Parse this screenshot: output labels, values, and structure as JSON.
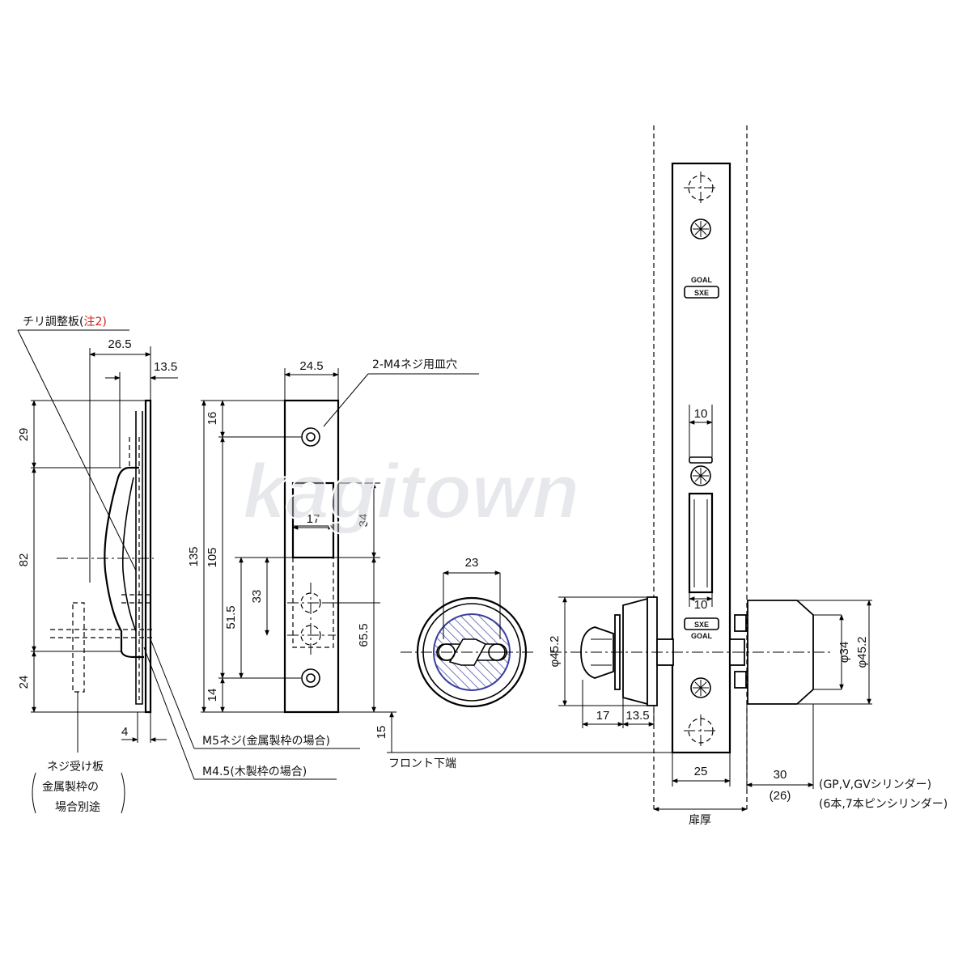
{
  "title": "",
  "watermark": "kagitown",
  "labels": {
    "chiri_plate": "チリ調整板(",
    "chiri_note": "注2",
    "chiri_close": ")",
    "hole_note": "2-M4ネジ用皿穴",
    "screw_m5": "M5ネジ(金属製枠の場合)",
    "screw_m45": "M4.5(木製枠の場合)",
    "front_bottom": "フロント下端",
    "door_thickness": "扉厚",
    "screw_plate_1": "ネジ受け板",
    "screw_plate_2": "金属製枠の",
    "screw_plate_3": "場合別途",
    "cyl_note_1": "(GP,V,GVシリンダー)",
    "cyl_note_2": "(6本,7本ピンシリンダー)",
    "stamp_top_1": "GOAL",
    "stamp_top_2": "SXE",
    "stamp_bottom_1": "SXE",
    "stamp_bottom_2": "GOAL"
  },
  "dimensions": {
    "d26_5": "26.5",
    "d13_5_top": "13.5",
    "d29": "29",
    "d82": "82",
    "d24": "24",
    "d4": "4",
    "d24_5": "24.5",
    "d16": "16",
    "d135": "135",
    "d105": "105",
    "d34": "34",
    "d17_strike": "17",
    "d33": "33",
    "d51_5": "51.5",
    "d65_5": "65.5",
    "d14": "14",
    "d15": "15",
    "d23": "23",
    "phi45_2_left": "φ45.2",
    "d17_bottom": "17",
    "d13_5_bottom": "13.5",
    "d10_top": "10",
    "d10_mid": "10",
    "d25": "25",
    "d30": "30",
    "d26_paren": "(26)",
    "phi34": "φ34",
    "phi45_2_right": "φ45.2"
  },
  "colors": {
    "line": "#000000",
    "note_red": "#d21e1e",
    "hatch_blue": "#3a3f9e",
    "watermark": "#c8ccd2"
  }
}
